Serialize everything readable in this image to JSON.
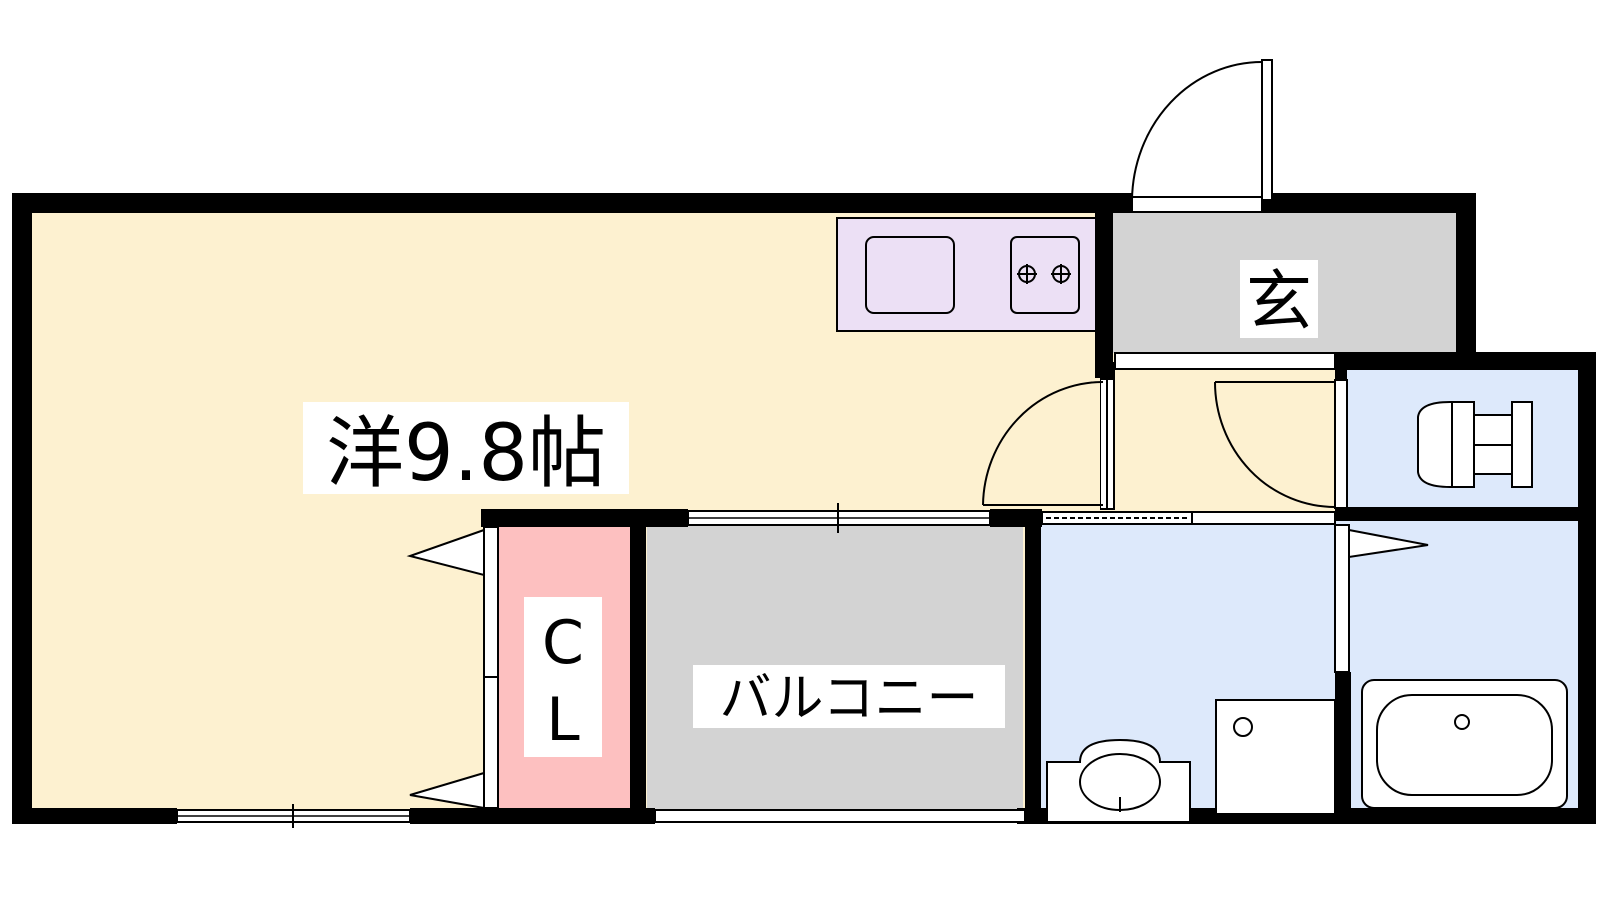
{
  "rooms": {
    "western": {
      "label": "洋9.8帖"
    },
    "closet": {
      "label_line1": "C",
      "label_line2": "L"
    },
    "balcony": {
      "label": "バルコニー"
    },
    "entrance": {
      "label": "玄"
    }
  },
  "colors": {
    "western_room": "#fdf1d0",
    "closet": "#fdc0c0",
    "kitchen": "#ece0f5",
    "grey_area": "#d3d3d3",
    "wet_area": "#dde9fb",
    "wall": "#000000"
  }
}
